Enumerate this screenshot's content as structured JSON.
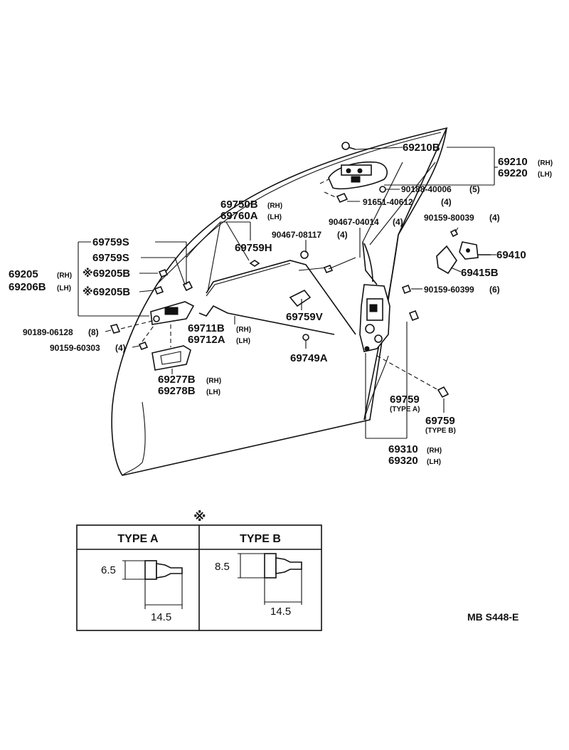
{
  "labels": {
    "p69210B": "69210B",
    "p69210": "69210",
    "p69210_rh": "(RH)",
    "p69220": "69220",
    "p69220_lh": "(LH)",
    "p90188": "90188-40006",
    "p90188_qty": "(5)",
    "p91651": "91651-40612",
    "p91651_qty": "(4)",
    "p69750B": "69750B",
    "p69750B_rh": "(RH)",
    "p69760A": "69760A",
    "p69760A_lh": "(LH)",
    "p90467_04014": "90467-04014",
    "p90467_04014_qty": "(4)",
    "p90159_80039": "90159-80039",
    "p90159_80039_qty": "(4)",
    "p90467_08117": "90467-08117",
    "p90467_08117_qty": "(4)",
    "p69759S_a": "69759S",
    "p69759H": "69759H",
    "p69410": "69410",
    "p69759S_b": "69759S",
    "p69205": "69205",
    "p69205_rh": "(RH)",
    "p69205B_a": "※69205B",
    "p69206B": "69206B",
    "p69206B_lh": "(LH)",
    "p69205B_b": "※69205B",
    "p69415B": "69415B",
    "p90159_60399": "90159-60399",
    "p90159_60399_qty": "(6)",
    "p69759V": "69759V",
    "p90189": "90189-06128",
    "p90189_qty": "(8)",
    "p69711B": "69711B",
    "p69711B_rh": "(RH)",
    "p69712A": "69712A",
    "p69712A_lh": "(LH)",
    "p90159_60303": "90159-60303",
    "p90159_60303_qty": "(4)",
    "p69749A": "69749A",
    "p69277B": "69277B",
    "p69277B_rh": "(RH)",
    "p69278B": "69278B",
    "p69278B_lh": "(LH)",
    "p69759_a": "69759",
    "p69759_a_type": "(TYPE A)",
    "p69759_b": "69759",
    "p69759_b_type": "(TYPE B)",
    "p69310": "69310",
    "p69310_rh": "(RH)",
    "p69320": "69320",
    "p69320_lh": "(LH)"
  },
  "table": {
    "marker": "※",
    "type_a": {
      "header": "TYPE A",
      "height": "6.5",
      "length": "14.5"
    },
    "type_b": {
      "header": "TYPE B",
      "height": "8.5",
      "length": "14.5"
    }
  },
  "drawing_code": "MB S448-E"
}
